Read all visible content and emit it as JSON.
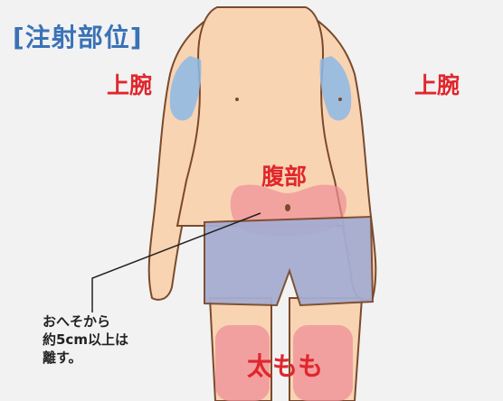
{
  "title": "[注射部位]",
  "sites": {
    "upper_arm_left": "上腕",
    "upper_arm_right": "上腕",
    "abdomen": "腹部",
    "thigh": "太もも"
  },
  "note": {
    "line1": "おへそから",
    "line2": "約5cm以上は",
    "line3": "離す。"
  },
  "colors": {
    "skin": "#f9d4b2",
    "outline": "#7a4a2d",
    "shorts": "#a6add1",
    "arm_zone": "#8db8e6",
    "abdomen_zone": "#ef8f98",
    "title": "#3a72b7",
    "site_label": "#e0262d"
  }
}
